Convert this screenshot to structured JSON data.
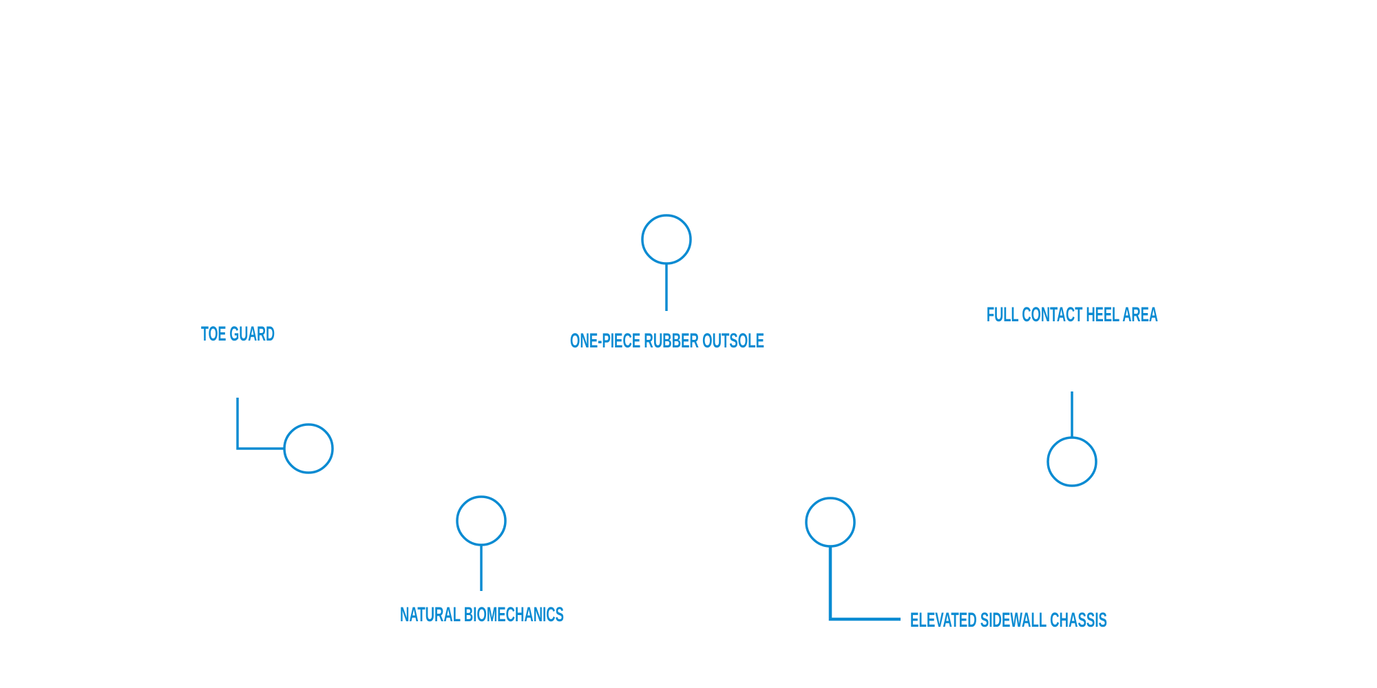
{
  "accent_color": "#0a8bd2",
  "callouts": {
    "toe_guard": "TOE GUARD",
    "outsole": "ONE-PIECE RUBBER OUTSOLE",
    "heel": "FULL CONTACT HEEL AREA",
    "biomechanics": "NATURAL BIOMECHANICS",
    "sidewall": "ELEVATED SIDEWALL CHASSIS"
  }
}
